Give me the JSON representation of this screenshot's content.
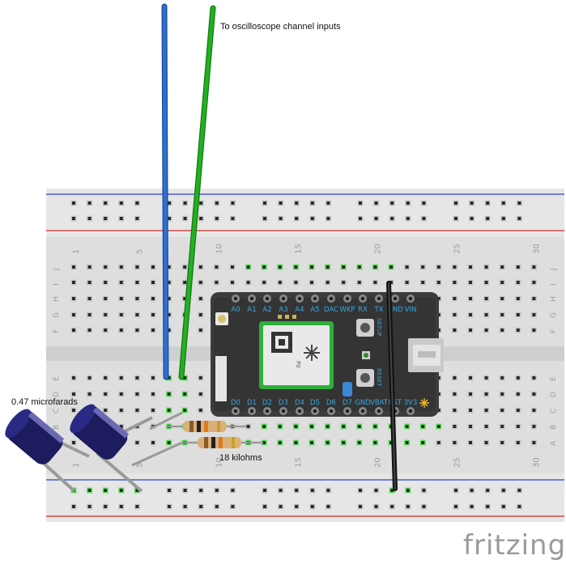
{
  "annotations": {
    "oscilloscope": "To oscilloscope channel inputs",
    "capacitor": "0.47 microfarads",
    "resistor": "18 kilohms"
  },
  "brand": "fritzing",
  "breadboard": {
    "column_numbers": [
      "1",
      "5",
      "10",
      "15",
      "20",
      "25",
      "30"
    ],
    "row_letters_top": [
      "J",
      "I",
      "H",
      "G",
      "F"
    ],
    "row_letters_bottom": [
      "E",
      "D",
      "C",
      "B",
      "A"
    ]
  },
  "board": {
    "top_pins": [
      "A0",
      "A1",
      "A2",
      "A3",
      "A4",
      "A5",
      "DAC",
      "WKP",
      "RX",
      "TX",
      "GND",
      "VIN"
    ],
    "bottom_pins": [
      "D0",
      "D1",
      "D2",
      "D3",
      "D4",
      "D5",
      "D6",
      "D7",
      "GND",
      "VBAT",
      "RST",
      "3V3"
    ],
    "buttons": [
      "SETUP",
      "RESET"
    ],
    "module_text": "P0"
  },
  "colors": {
    "wire_blue": "#2f6fd0",
    "wire_green": "#22b022",
    "wire_black": "#111111",
    "rail_blue": "#2b3fd4",
    "rail_red": "#d42b2b",
    "pin_label": "#35a9e0",
    "active_hole": "#5ee35e"
  }
}
